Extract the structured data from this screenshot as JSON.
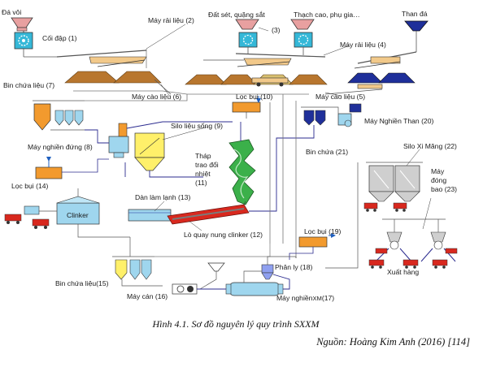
{
  "labels": {
    "da_voi": "Đá vôi",
    "coi_dap": "Cối đập (1)",
    "may_rai_lieu_2": "Máy rải liệu (2)",
    "dat_set": "Đất sét, quặng sắt",
    "num_3": "(3)",
    "thach_cao": "Thạch cao, phụ gia…",
    "than_da": "Than đá",
    "may_rai_lieu_4": "Máy rải liệu (4)",
    "bin_chua_lieu_7": "Bin chứa liệu (7)",
    "may_cao_lieu_6": "Máy cào liệu (6)",
    "loc_bui_10": "Lọc bụi (10)",
    "may_cao_lieu_5": "Máy cào liệu (5)",
    "silo_lieu_song": "Silo liệu sống (9)",
    "may_nghien_than": "Máy Nghiền Than (20)",
    "may_nghien_dung": "Máy nghiền đứng (8)",
    "bin_chua_21": "Bin chứa (21)",
    "silo_xi_mang": "Silo Xi Măng (22)",
    "thap_trao_doi_nhiet_1": "Tháp",
    "thap_trao_doi_nhiet_2": "trao đổi",
    "thap_trao_doi_nhiet_3": "nhiệt",
    "thap_trao_doi_nhiet_4": "(11)",
    "loc_bui_14": "Lọc bụi (14)",
    "dan_lam_lanh": "Dàn làm lạnh (13)",
    "may_dong_bao_1": "Máy",
    "may_dong_bao_2": "đóng",
    "may_dong_bao_3": "bao (23)",
    "clinker": "Clinker",
    "lo_quay": "Lò quay nung clinker (12)",
    "loc_bui_19": "Lọc bụi (19)",
    "phan_ly": "Phân ly (18)",
    "xuat_hang": "Xuất hàng",
    "bin_chua_lieu_15": "Bin chứa liệu(15)",
    "may_can": "Máy cán (16)",
    "may_nghien_xm": "Máy nghiền",
    "may_nghien_xm_sub": "XM",
    "may_nghien_xm_num": "(17)"
  },
  "caption": "Hình 4.1. Sơ đồ nguyên lý quy trình SXXM",
  "source": "Nguồn: Hoàng Kim Anh (2016) [114]",
  "colors": {
    "line_gray": "#777777",
    "line_dark": "#333333",
    "line_blue": "#2b2b8f",
    "hopper_pink": "#e8a0a0",
    "crusher_cyan": "#35b8d8",
    "stockpile_brown": "#b8762e",
    "coal_blue": "#1f2f9a",
    "tank_blue": "#9fd6ee",
    "filter_orange": "#f29a2e",
    "silo_yellow": "#fff06a",
    "tower_green": "#3bb04a",
    "kiln_red": "#d8281e",
    "silo_gray": "#cfcfcf",
    "arrow_blue": "#1f5fbf"
  }
}
